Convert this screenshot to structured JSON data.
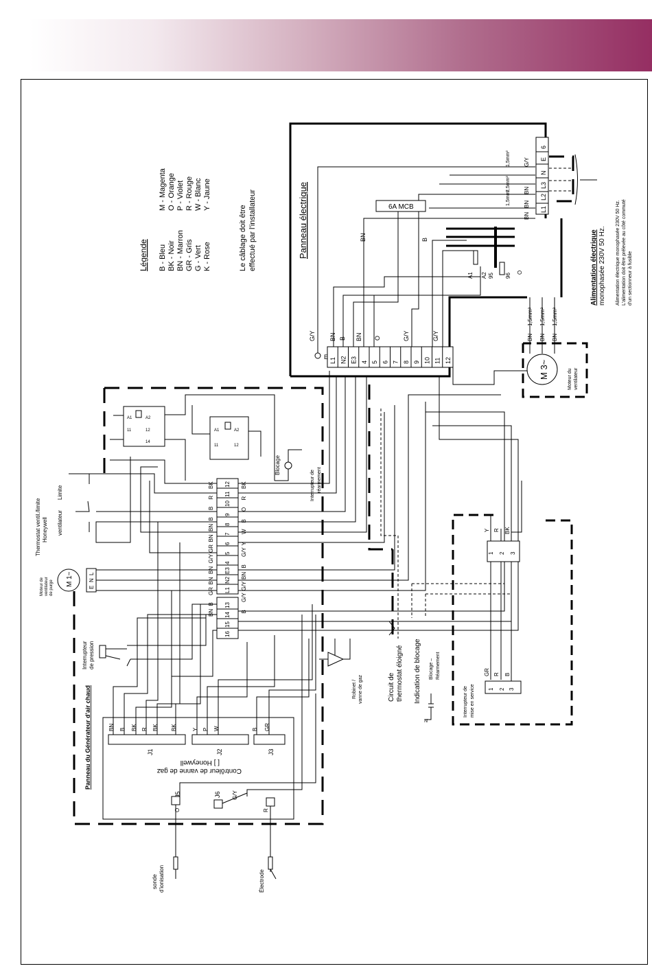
{
  "legend": {
    "title": "Légende",
    "col1": [
      "B - Bleu",
      "BK - Noir",
      "BN - Marron",
      "GR - Gris",
      "G - Vert",
      "K - Rose"
    ],
    "col2": [
      "M - Magenta",
      "O - Orange",
      "P - Violet",
      "R - Rouge",
      "W - Blanc",
      "Y - Jaune"
    ],
    "note_line1": "Le câblage doit être",
    "note_line2": "effectué par l’installateur"
  },
  "panel_electric": {
    "title": "Panneau électrique",
    "mcb": "6A MCB",
    "terminals_left": [
      "E",
      "L1",
      "N2",
      "E3",
      "4",
      "5",
      "6",
      "7",
      "8",
      "9",
      "10",
      "11",
      "12"
    ],
    "supply_terminals": [
      "L1",
      "L2",
      "L3",
      "N",
      "E",
      "6"
    ],
    "contactor_labels": [
      "A1",
      "A2",
      "95",
      "96",
      "O"
    ],
    "wire_labels": [
      "G/Y",
      "BN",
      "B",
      "BN",
      "O",
      "G/Y",
      "G/Y",
      "B",
      "BN"
    ],
    "wire_sizes": [
      "1,5mm²",
      "1,5mm²",
      "1,5mm²",
      "1,5mm²"
    ],
    "supply_wires": [
      "G/Y",
      "BN",
      "BN",
      "BN"
    ],
    "motor_wires": [
      "BN",
      "BN",
      "BN"
    ],
    "motor_size": "1,5mm²",
    "motor_label": "M 3~",
    "motor_caption": [
      "Moteur du",
      "ventilateur"
    ]
  },
  "supply": {
    "title": "Alimentation électrique",
    "subtitle": "monophasée 230V 50 Hz.",
    "note1": "Alimentation électrique monophasée 230V 50 Hz.",
    "note2": "L'alimentation doit être prélevée au côté commuté",
    "note3": "d'un sectionneur à fusible"
  },
  "generator_panel": {
    "title": "Panneau du Générateur d’air chaud",
    "controller": "Contrôleur de vanne de gaz",
    "controller_brand": "[ ] Honeywell",
    "connectors": [
      "J1",
      "J2",
      "J3",
      "J5",
      "J6"
    ],
    "j1_wires": [
      "BN",
      "B",
      "BK",
      "R",
      "BK",
      "BK"
    ],
    "j2_wires": [
      "Y",
      "P",
      "W"
    ],
    "j3_wires": [
      "B",
      "GR"
    ],
    "j5_wire": "O",
    "j6_wire": "G/Y",
    "j_r_wire": "R",
    "ionisation": [
      "sonde",
      "d’ionisation"
    ],
    "electrode": "Électrode"
  },
  "components": {
    "purge_motor": [
      "Moteur de",
      "ventilateur",
      "de purge"
    ],
    "purge_motor_terms": [
      "E",
      "N",
      "L"
    ],
    "purge_symbol": "M 1~",
    "thermostat": [
      "Thermostat ventil./limite",
      "Honeywell"
    ],
    "thermostat_labels": [
      "Limite",
      "ventilateur"
    ],
    "pressure_switch": [
      "Interrupteur",
      "de pression"
    ],
    "gas_valve": [
      "Robinet /",
      "vanne de gaz"
    ],
    "blocage": "Blocage",
    "reset_switch": [
      "Interrupteur de",
      "réarmement"
    ],
    "relay_labels": [
      "A1",
      "A2",
      "11",
      "12",
      "14"
    ],
    "terminal_strip_top": [
      "12",
      "11",
      "10",
      "9",
      "8",
      "7",
      "6",
      "5",
      "4",
      "E3",
      "N2",
      "L1"
    ],
    "terminal_strip_bottom": [
      "13",
      "14",
      "15",
      "16"
    ],
    "strip_wires_left": [
      "BK",
      "R",
      "B",
      "B",
      "BN",
      "BN",
      "GR",
      "G/Y",
      "BN",
      "BN",
      "GR",
      "B",
      "BN"
    ],
    "strip_wires_right": [
      "BK",
      "R",
      "O",
      "B",
      "W",
      "Y",
      "G/Y",
      "B",
      "BN",
      "G/Y",
      "G/Y",
      "B"
    ]
  },
  "remote": {
    "circuit": [
      "Circuit de",
      "thermostat éloigné"
    ],
    "indication": "Indication de blocage",
    "blocage_reset": [
      "Blocage –",
      "Réarmement"
    ],
    "n_label": "N",
    "service_switch": [
      "Interrupteur de",
      "mise en service"
    ],
    "service_terms": [
      "1",
      "2",
      "3"
    ],
    "service_wires": [
      "GR",
      "R",
      "B"
    ],
    "top_terms": [
      "1",
      "2",
      "3"
    ],
    "top_wires": [
      "Y",
      "R",
      "BK"
    ]
  }
}
